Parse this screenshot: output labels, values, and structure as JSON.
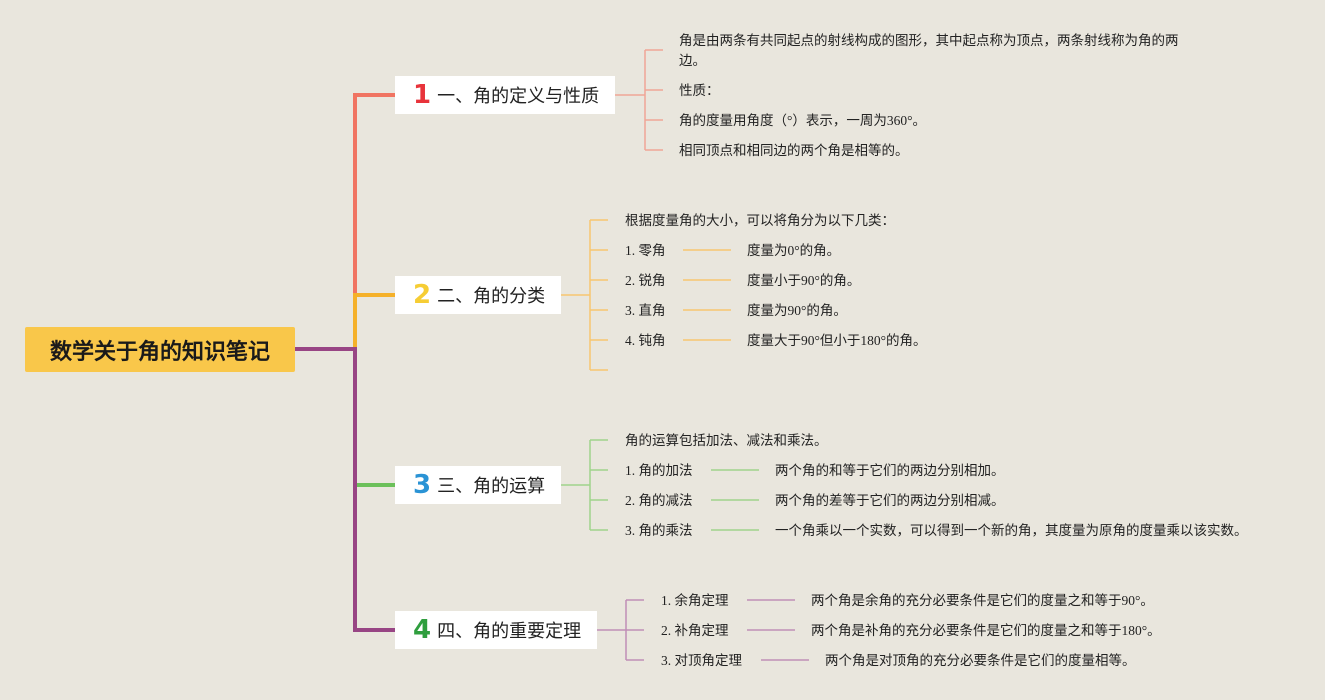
{
  "title": "数学关于角的知识笔记",
  "colors": {
    "branch1": "#f07462",
    "branch2": "#f5b12a",
    "branch3": "#6cc05a",
    "branch4": "#984584",
    "num1": "#e8333b",
    "num2": "#f6cd34",
    "num3": "#2a93d5",
    "num4": "#2f9e3e",
    "leaf1": "#f0a596",
    "leaf2": "#f7c670",
    "leaf3": "#9fd48b",
    "leaf4": "#c08fb6"
  },
  "branches": [
    {
      "num": "1",
      "label": "一、角的定义与性质",
      "items": [
        {
          "text": "角是由两条有共同起点的射线构成的图形，其中起点称为顶点，两条射线称为角的两边。"
        },
        {
          "text": "性质："
        },
        {
          "text": "角的度量用角度（°）表示，一周为360°。"
        },
        {
          "text": "相同顶点和相同边的两个角是相等的。"
        }
      ]
    },
    {
      "num": "2",
      "label": "二、角的分类",
      "items": [
        {
          "text": "根据度量角的大小，可以将角分为以下几类："
        },
        {
          "text": "1. 零角",
          "detail": "度量为0°的角。"
        },
        {
          "text": "2. 锐角",
          "detail": "度量小于90°的角。"
        },
        {
          "text": "3. 直角",
          "detail": "度量为90°的角。"
        },
        {
          "text": "4. 钝角",
          "detail": "度量大于90°但小于180°的角。"
        }
      ]
    },
    {
      "num": "3",
      "label": "三、角的运算",
      "items": [
        {
          "text": "角的运算包括加法、减法和乘法。"
        },
        {
          "text": "1. 角的加法",
          "detail": "两个角的和等于它们的两边分别相加。"
        },
        {
          "text": "2. 角的减法",
          "detail": "两个角的差等于它们的两边分别相减。"
        },
        {
          "text": "3. 角的乘法",
          "detail": "一个角乘以一个实数，可以得到一个新的角，其度量为原角的度量乘以该实数。"
        }
      ]
    },
    {
      "num": "4",
      "label": "四、角的重要定理",
      "items": [
        {
          "text": "1. 余角定理",
          "detail": "两个角是余角的充分必要条件是它们的度量之和等于90°。"
        },
        {
          "text": "2. 补角定理",
          "detail": "两个角是补角的充分必要条件是它们的度量之和等于180°。"
        },
        {
          "text": "3. 对顶角定理",
          "detail": "两个角是对顶角的充分必要条件是它们的度量相等。"
        }
      ]
    }
  ]
}
